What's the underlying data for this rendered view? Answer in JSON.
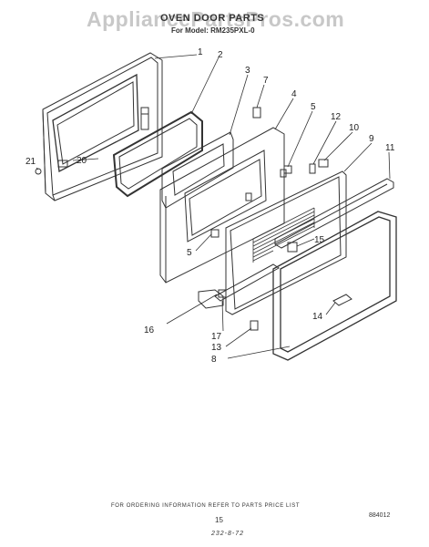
{
  "watermark": "AppliancePartsPros.com",
  "header": {
    "title": "OVEN DOOR PARTS",
    "model_line": "For Model: RM235PXL-0"
  },
  "footer": {
    "order_note": "FOR ORDERING INFORMATION REFER TO PARTS PRICE LIST",
    "page_number": "15",
    "doc_code": "884012",
    "revision": "232-8-72"
  },
  "callouts": {
    "c1": "1",
    "c2": "2",
    "c3": "3",
    "c4": "4",
    "c5a": "5",
    "c5b": "5",
    "c7": "7",
    "c8": "8",
    "c9": "9",
    "c10": "10",
    "c11": "11",
    "c12": "12",
    "c13": "13",
    "c14": "14",
    "c15": "15",
    "c16": "16",
    "c17": "17",
    "c20": "20",
    "c21": "21"
  }
}
